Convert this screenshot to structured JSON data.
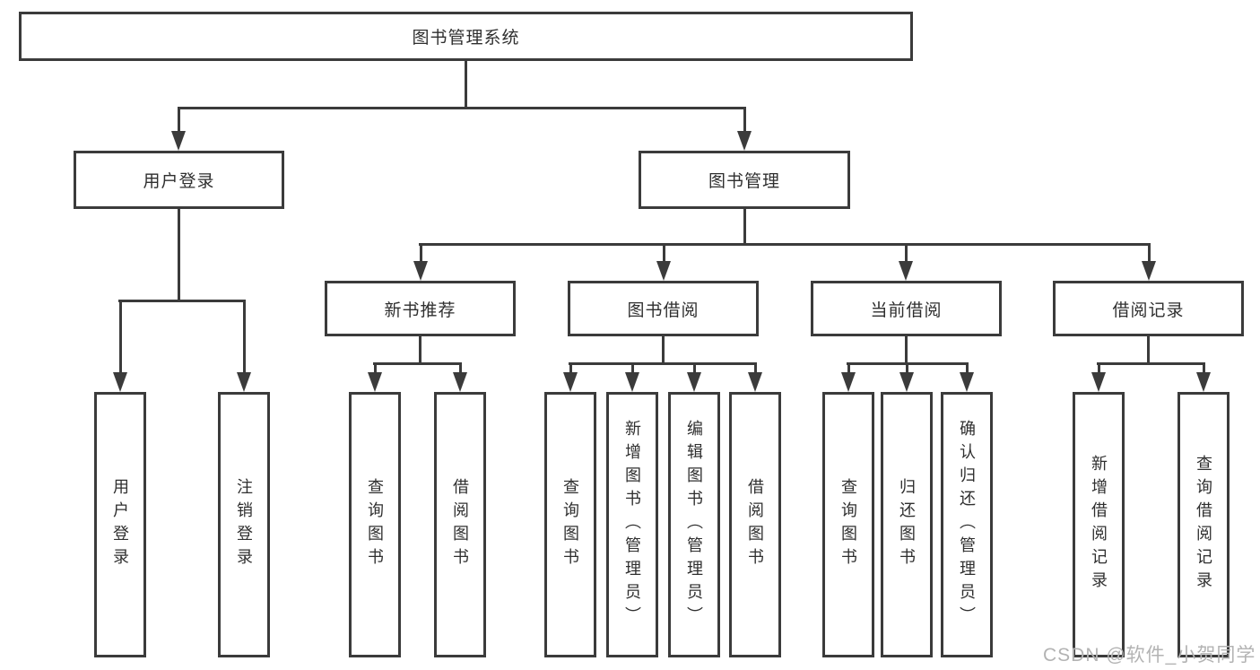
{
  "watermark": {
    "text": "CSDN @软件_小贺同学"
  },
  "colors": {
    "line": "#3b3b3b",
    "text": "#2f2f2f",
    "watermark": "#b3b3b3",
    "background": "#ffffff"
  },
  "tree": {
    "root": {
      "label": "图书管理系统",
      "children": [
        {
          "label": "用户登录",
          "children": [
            {
              "label": "用户登录"
            },
            {
              "label": "注销登录"
            }
          ]
        },
        {
          "label": "图书管理",
          "children": [
            {
              "label": "新书推荐",
              "children": [
                {
                  "label": "查询图书"
                },
                {
                  "label": "借阅图书"
                }
              ]
            },
            {
              "label": "图书借阅",
              "children": [
                {
                  "label": "查询图书"
                },
                {
                  "label": "新增图书（管理员）"
                },
                {
                  "label": "编辑图书（管理员）"
                },
                {
                  "label": "借阅图书"
                }
              ]
            },
            {
              "label": "当前借阅",
              "children": [
                {
                  "label": "查询图书"
                },
                {
                  "label": "归还图书"
                },
                {
                  "label": "确认归还（管理员）"
                }
              ]
            },
            {
              "label": "借阅记录",
              "children": [
                {
                  "label": "新增借阅记录"
                },
                {
                  "label": "查询借阅记录"
                }
              ]
            }
          ]
        }
      ]
    }
  }
}
